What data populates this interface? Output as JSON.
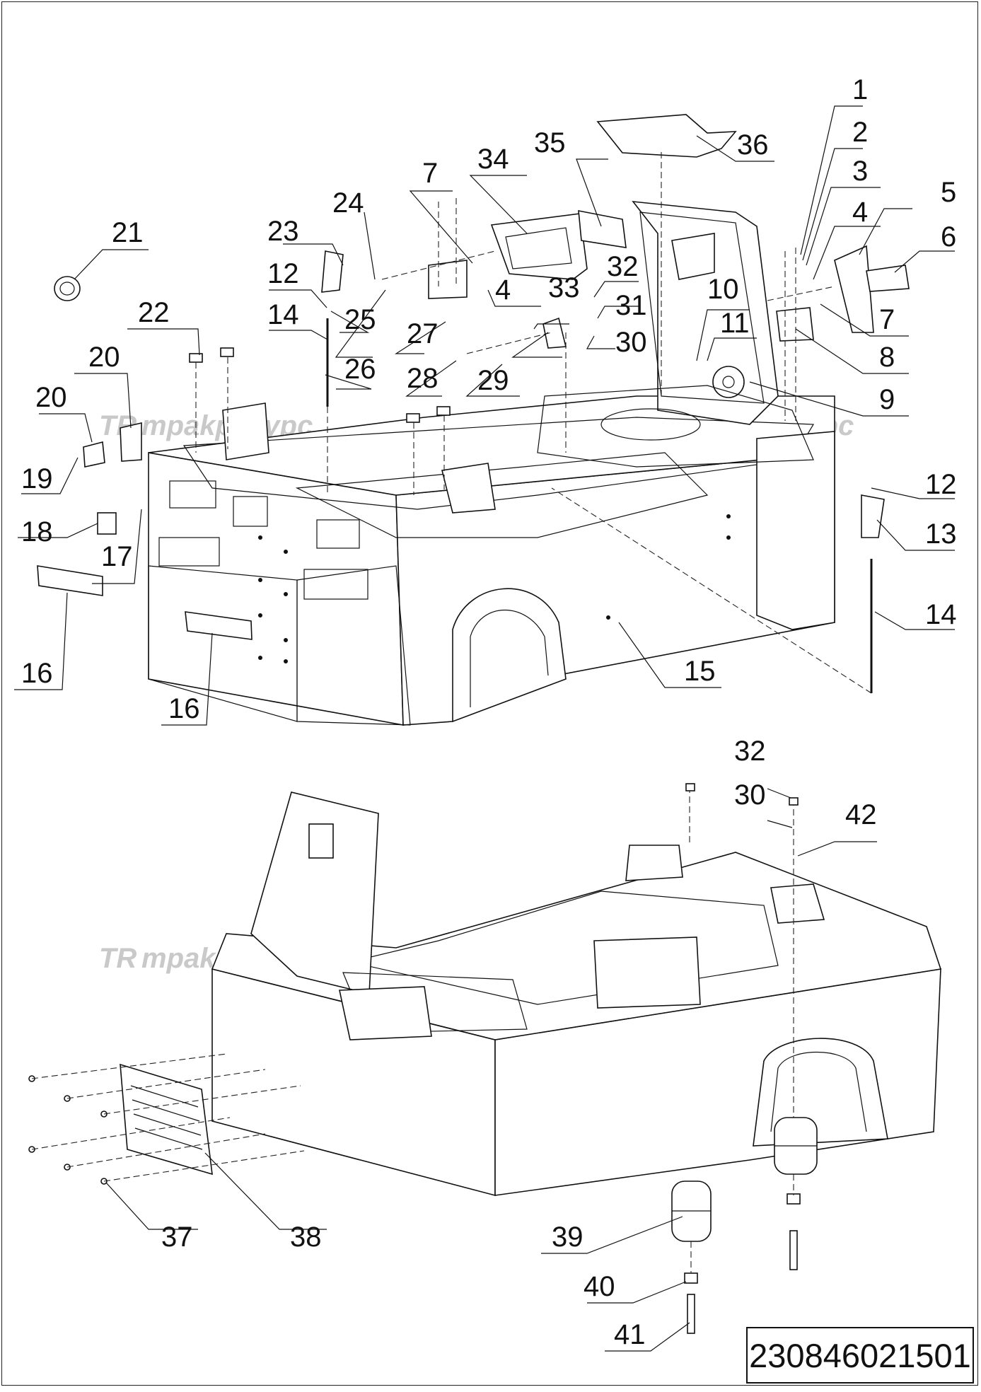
{
  "drawing": {
    "number": "230846021501",
    "watermark": "траkpecypc",
    "part_callouts": [
      "1",
      "2",
      "3",
      "4",
      "5",
      "6",
      "7",
      "8",
      "9",
      "10",
      "11",
      "12",
      "13",
      "14",
      "15",
      "16",
      "17",
      "18",
      "19",
      "20",
      "21",
      "22",
      "23",
      "24",
      "25",
      "26",
      "27",
      "28",
      "29",
      "30",
      "31",
      "32",
      "33",
      "34",
      "35",
      "36",
      "37",
      "38",
      "39",
      "40",
      "41",
      "42"
    ]
  },
  "callouts": {
    "c1": "1",
    "c2": "2",
    "c3": "3",
    "c4a": "4",
    "c4b": "4",
    "c5": "5",
    "c6": "6",
    "c7a": "7",
    "c7b": "7",
    "c8": "8",
    "c9": "9",
    "c10": "10",
    "c11": "11",
    "c12a": "12",
    "c12b": "12",
    "c13": "13",
    "c14a": "14",
    "c14b": "14",
    "c15": "15",
    "c16a": "16",
    "c16b": "16",
    "c17": "17",
    "c18": "18",
    "c19": "19",
    "c20a": "20",
    "c20b": "20",
    "c21": "21",
    "c22": "22",
    "c23": "23",
    "c24": "24",
    "c25": "25",
    "c26": "26",
    "c27": "27",
    "c28": "28",
    "c29": "29",
    "c30a": "30",
    "c30b": "30",
    "c31": "31",
    "c32a": "32",
    "c32b": "32",
    "c33": "33",
    "c34": "34",
    "c35": "35",
    "c36": "36",
    "c37": "37",
    "c38": "38",
    "c39": "39",
    "c40": "40",
    "c41": "41",
    "c42": "42"
  }
}
